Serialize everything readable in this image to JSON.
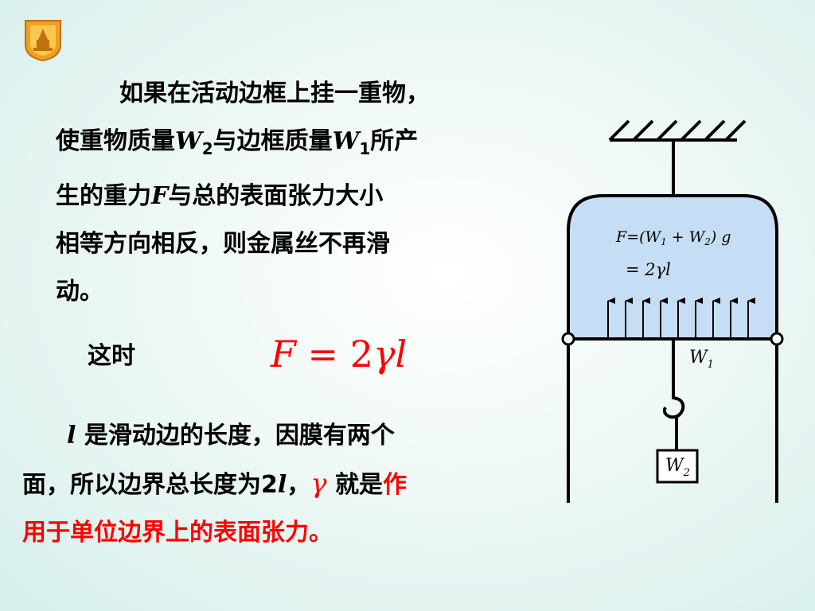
{
  "colors": {
    "accent_red": "#ff0000",
    "film_fill": "#c6def5",
    "logo_orange": "#f0a020"
  },
  "paragraph1": {
    "line1": "如果在活动边框上挂一重物，",
    "line2_a": "使重物质量",
    "var_W": "W",
    "sub_2": "2",
    "line2_b": "与边框质量",
    "sub_1": "1",
    "line2_c": "所产",
    "line3_a": "生的重力",
    "var_F": "F",
    "line3_b": "与总的表面张力大小",
    "line4": "相等方向相反，则金属丝不再滑",
    "line5": "动。"
  },
  "label_zheshi": "这时",
  "formula_main": {
    "F": "F",
    "eq": " = 2",
    "gamma": "γ",
    "l": "l"
  },
  "paragraph2": {
    "var_l": "l",
    "text_a": " 是滑动边的长度，因膜有两个",
    "text_b": "面，所以边界总长度为2",
    "var_l2": "l",
    "comma": "，",
    "gamma": "γ",
    "text_c": " 就是",
    "red_a": "作",
    "red_b": "用于单位边界上的表面张力。"
  },
  "diagram": {
    "eq1_F": "F",
    "eq1_rest": "=(W",
    "eq1_sub1": "1",
    "eq1_plus": " + W",
    "eq1_sub2": "2",
    "eq1_g": ") g",
    "eq2": "=  2γl",
    "label_W1": "W",
    "label_W1_sub": "1",
    "label_W2": "W",
    "label_W2_sub": "2"
  }
}
